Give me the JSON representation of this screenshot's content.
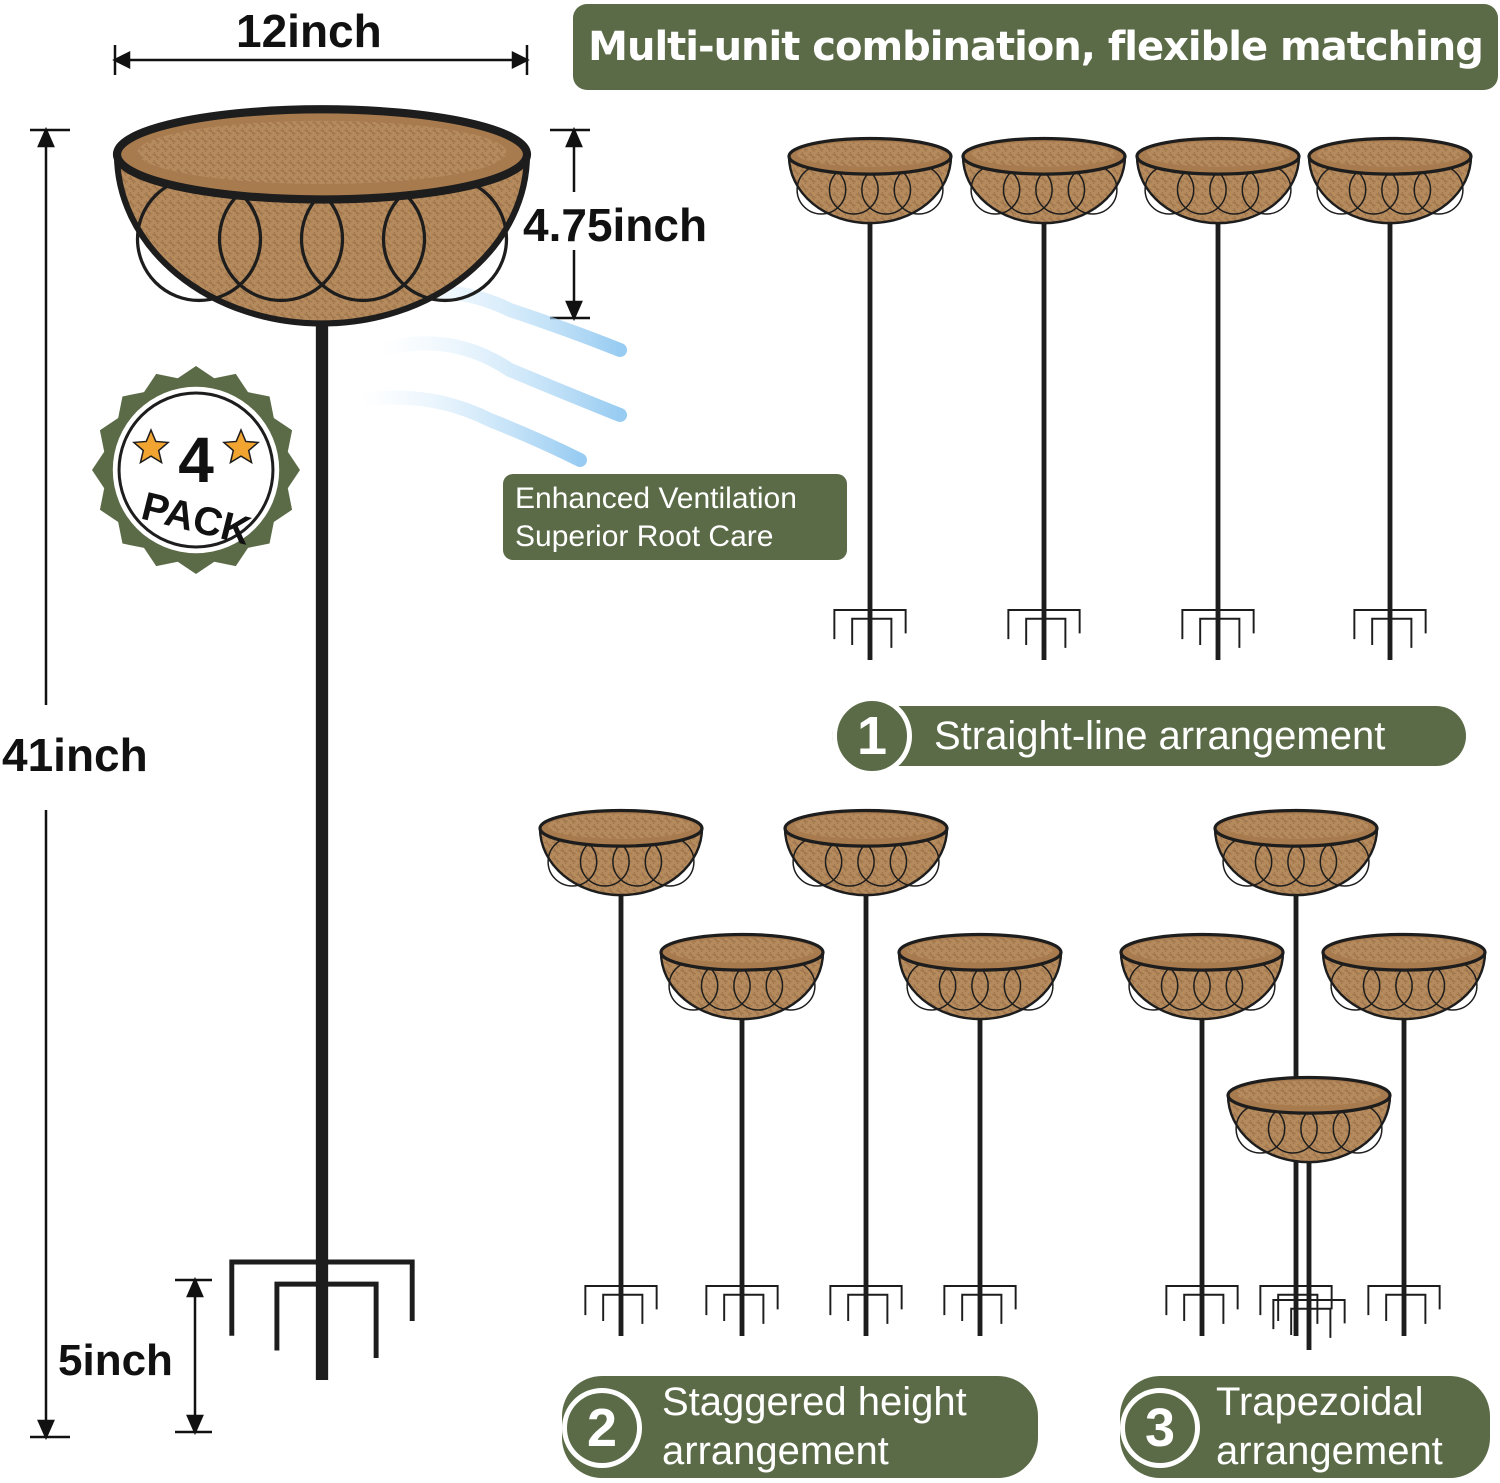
{
  "dimensions": {
    "width_label": "12inch",
    "depth_label": "4.75inch",
    "height_label": "41inch",
    "stake_label": "5inch"
  },
  "badge": {
    "count": "4",
    "text": "PACK"
  },
  "banner": {
    "title": "Multi-unit combination, flexible matching"
  },
  "feature_tag": {
    "line1": "Enhanced Ventilation",
    "line2": "Superior Root Care"
  },
  "arrangements": [
    {
      "number": "1",
      "line1": "Straight-line arrangement",
      "line2": ""
    },
    {
      "number": "2",
      "line1": "Staggered height",
      "line2": "arrangement"
    },
    {
      "number": "3",
      "line1": "Trapezoidal",
      "line2": "arrangement"
    }
  ],
  "colors": {
    "label_bg": "#5b6b47",
    "coir": "#b58a5c",
    "metal": "#1d1d1d",
    "badge_star": "#f2a431"
  }
}
